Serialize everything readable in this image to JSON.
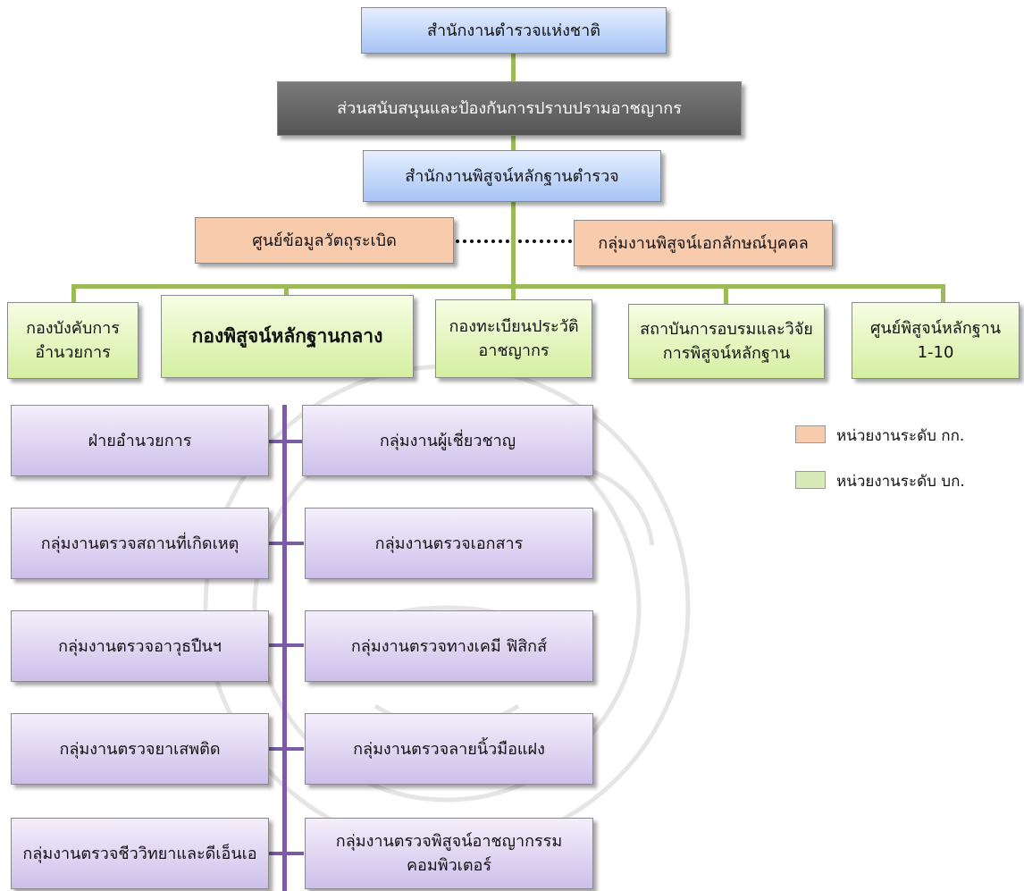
{
  "top": {
    "national_police": "สำนักงานตำรวจแห่งชาติ",
    "support_division": "ส่วนสนับสนุนและป้องกันการปราบปรามอาชญากร",
    "forensic_office": "สำนักงานพิสูจน์หลักฐานตำรวจ"
  },
  "side_units": {
    "explosives_center": "ศูนย์ข้อมูลวัตถุระเบิด",
    "identity_group": "กลุ่มงานพิสูจน์เอกลักษณ์บุคคล"
  },
  "divisions": {
    "admin_command": [
      "กองบังคับการ",
      "อำนวยการ"
    ],
    "central_forensic": "กองพิสูจน์หลักฐานกลาง",
    "criminal_records": [
      "กองทะเบียนประวัติ",
      "อาชญากร"
    ],
    "training_institute": [
      "สถาบันการอบรมและวิจัย",
      "การพิสูจน์หลักฐาน"
    ],
    "regional_centers": [
      "ศูนย์พิสูจน์หลักฐาน",
      "1-10"
    ]
  },
  "left_units": [
    "ฝ่ายอำนวยการ",
    "กลุ่มงานตรวจสถานที่เกิดเหตุ",
    "กลุ่มงานตรวจอาวุธปืนฯ",
    "กลุ่มงานตรวจยาเสพติด",
    "กลุ่มงานตรวจชีววิทยาและดีเอ็นเอ"
  ],
  "right_units": [
    [
      "กลุ่มงานผู้เชี่ยวชาญ"
    ],
    [
      "กลุ่มงานตรวจเอกสาร"
    ],
    [
      "กลุ่มงานตรวจทางเคมี ฟิสิกส์"
    ],
    [
      "กลุ่มงานตรวจลายนิ้วมือแฝง"
    ],
    [
      "กลุ่มงานตรวจพิสูจน์อาชญากรรม",
      "คอมพิวเตอร์"
    ]
  ],
  "legend": {
    "orange_label": "หน่วยงานระดับ กก.",
    "green_label": "หน่วยงานระดับ บก.",
    "orange_color": "#f8cbad",
    "green_color": "#d8eab8"
  },
  "colors": {
    "green_line": "#9bbb59",
    "purple_line": "#7b5ba6",
    "blue_box": "#a6c3f4",
    "dark_box": "#5f5f5f"
  }
}
